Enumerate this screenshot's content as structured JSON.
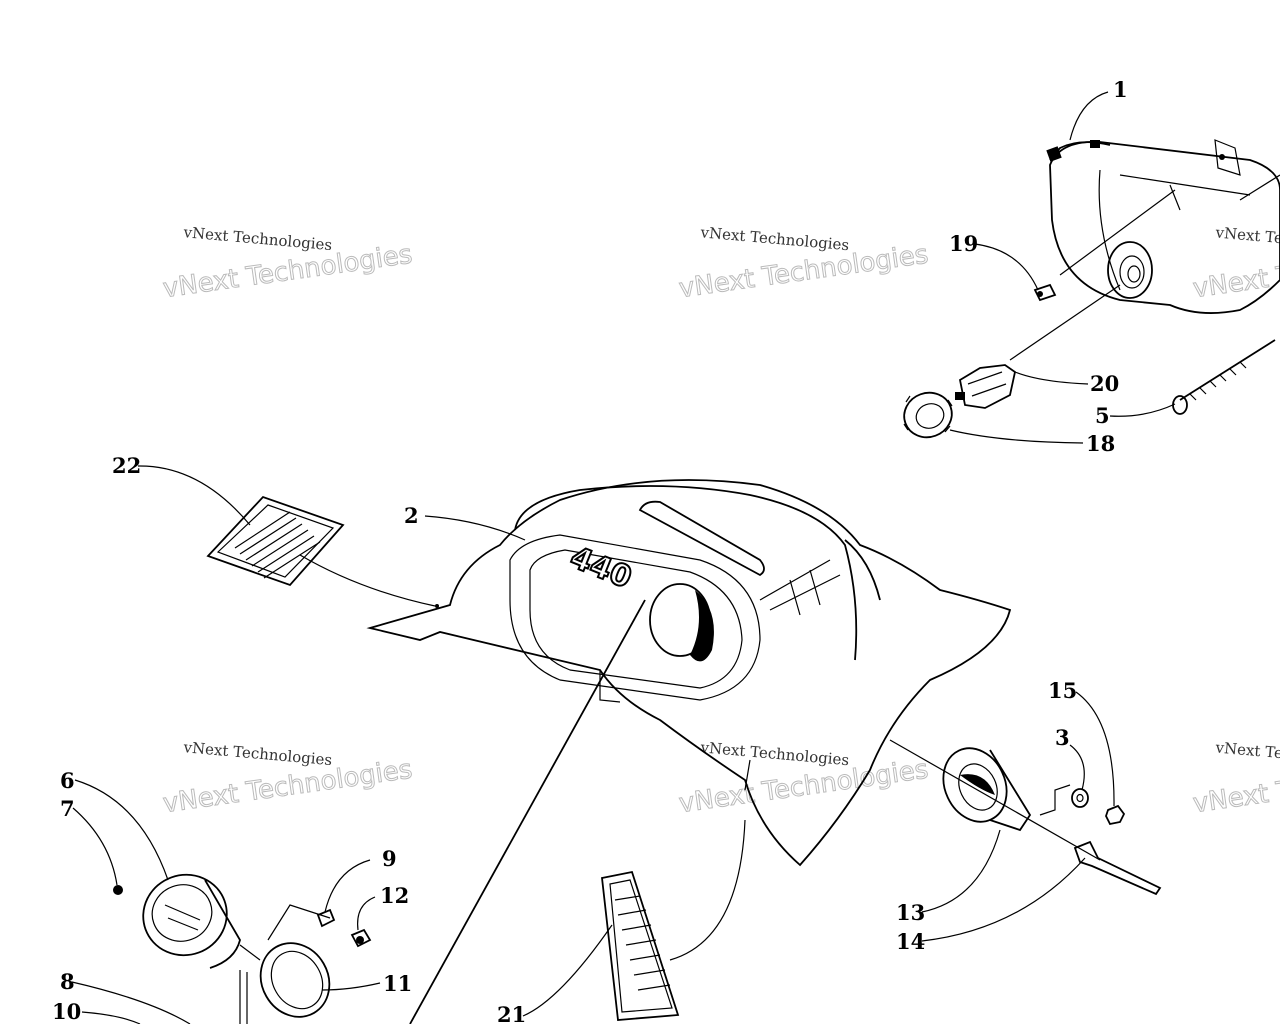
{
  "watermarks": [
    {
      "line1": "vNext Technologies",
      "big": "vNext Technologies"
    },
    {
      "line1": "vNext Technologies",
      "big": "vNext Technologies"
    },
    {
      "line1": "vNext Technologies",
      "big": "vNext Technologies"
    },
    {
      "line1": "vNext Technologies",
      "big": "vNext Technologies"
    },
    {
      "line1": "vNext Technologies",
      "big": "vNext Technologies"
    },
    {
      "line1": "vNext Technologies",
      "big": "vNext Technologies"
    }
  ],
  "hood_badge": "440",
  "callouts": [
    "1",
    "2",
    "3",
    "5",
    "6",
    "7",
    "8",
    "9",
    "10",
    "11",
    "12",
    "13",
    "14",
    "15",
    "18",
    "19",
    "20",
    "21",
    "22"
  ]
}
